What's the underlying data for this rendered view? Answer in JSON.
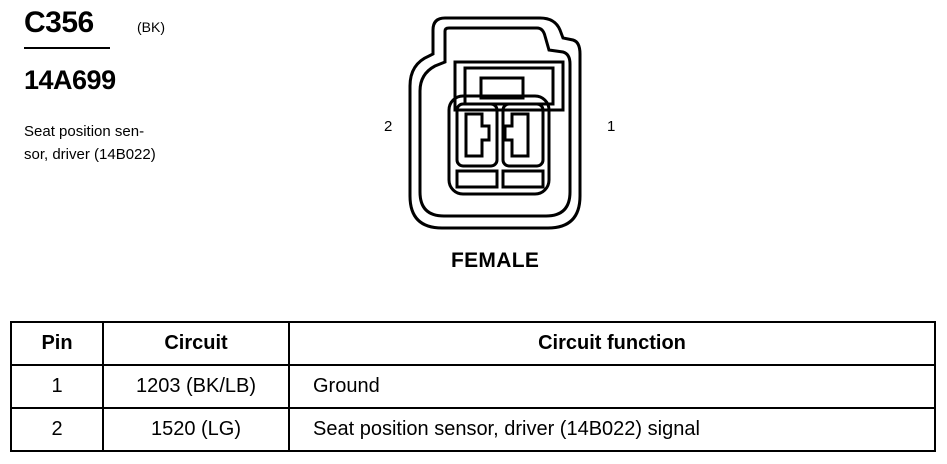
{
  "connector": {
    "id": "C356",
    "color_code": "(BK)",
    "part_number": "14A699",
    "description": "Seat position sen- sor, driver (14B022)",
    "description_lines": [
      "Seat position sen-",
      "sor, driver (14B022)"
    ],
    "pin_label_left": "2",
    "pin_label_right": "1",
    "gender": "FEMALE"
  },
  "table": {
    "headers": [
      "Pin",
      "Circuit",
      "Circuit function"
    ],
    "rows": [
      {
        "pin": "1",
        "circuit": "1203 (BK/LB)",
        "function": "Ground"
      },
      {
        "pin": "2",
        "circuit": "1520 (LG)",
        "function": "Seat position sensor, driver (14B022) signal"
      }
    ]
  }
}
